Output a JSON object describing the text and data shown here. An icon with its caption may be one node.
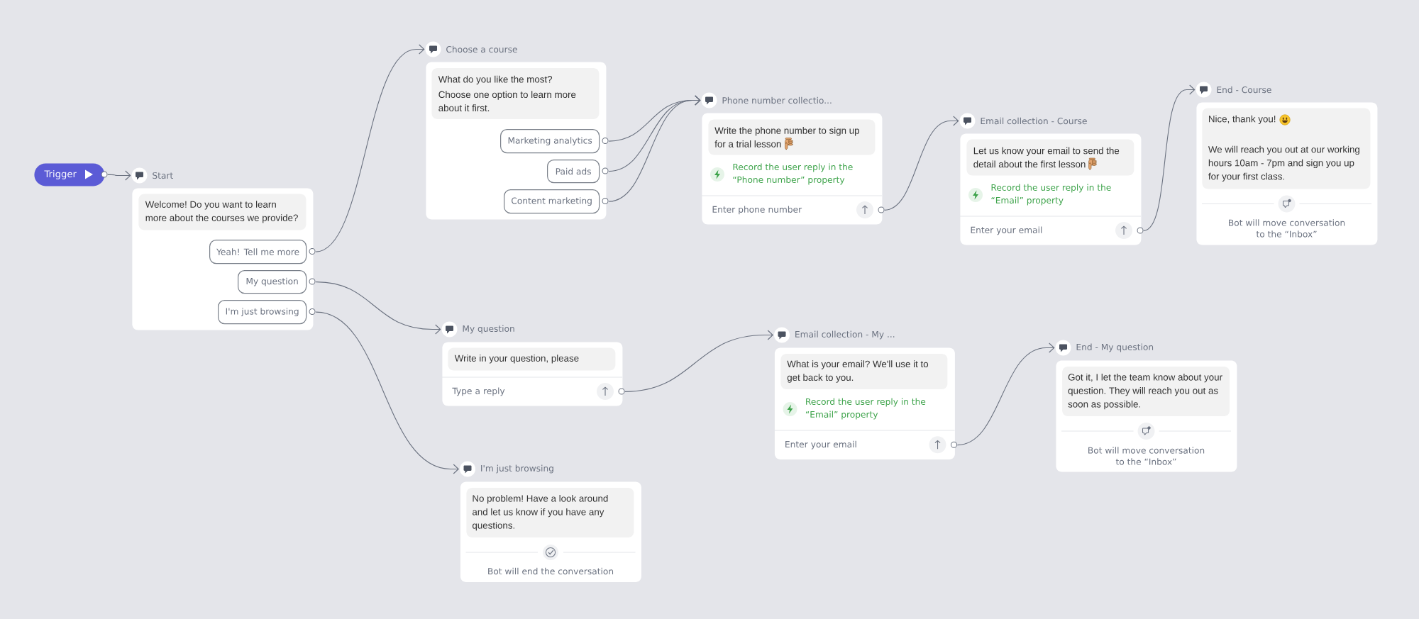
{
  "diagram": {
    "nodes": [
      {
        "text": [
          "Trigger"
        ]
      },
      {
        "text": [
          "Start"
        ]
      },
      {
        "text": [
          "Welcome! Do you want to learn more about the courses we provide?"
        ],
        "in": 1
      },
      {
        "text": [
          "Yeah! Tell me more"
        ],
        "in": 1
      },
      {
        "text": [
          "My question"
        ],
        "in": 1
      },
      {
        "text": [
          "I'm just browsing"
        ],
        "in": 1
      },
      {
        "text": [
          "Choose a course"
        ]
      },
      {
        "text": [
          "What do you like the most?",
          "Choose one option to learn more about it first."
        ],
        "in": 6
      },
      {
        "text": [
          "Marketing analytics"
        ],
        "in": 6
      },
      {
        "text": [
          "Paid ads"
        ],
        "in": 6
      },
      {
        "text": [
          "Content marketing"
        ],
        "in": 6
      },
      {
        "text": [
          "Phone number collectio...",
          "Record the user reply in the “Phone number” property"
        ]
      },
      {
        "text": [
          "Write the phone number to sign up for a trial lesson"
        ],
        "in": 11
      },
      {
        "text": [
          "Enter phone number"
        ],
        "in": 11
      },
      {
        "text": [
          "Email collection - Course",
          "Record the user reply in the “Email” property"
        ]
      },
      {
        "text": [
          "Let us know your email to send the detail about the first lesson"
        ],
        "in": 14
      },
      {
        "text": [
          "Enter your email"
        ],
        "in": 14
      },
      {
        "text": [
          "End - Course",
          "Bot will move conversation to the “Inbox”"
        ]
      },
      {
        "text": [
          "Nice, thank you!",
          "We will reach you out at our working hours 10am - 7pm and sign you up for your first class."
        ],
        "in": 17
      },
      {
        "text": [
          "My question"
        ]
      },
      {
        "text": [
          "Write in your question, please"
        ],
        "in": 19
      },
      {
        "text": [
          "Type a reply"
        ],
        "in": 19
      },
      {
        "text": [
          "Email collection - My ...",
          "Record the user reply in the “Email” property"
        ]
      },
      {
        "text": [
          "What is your email? We'll use it to get back to you."
        ],
        "in": 22
      },
      {
        "text": [
          "Enter your email"
        ],
        "in": 22
      },
      {
        "text": [
          "End - My question",
          "Bot will move conversation to the “Inbox”"
        ]
      },
      {
        "text": [
          "Got it, I let the team know about your question. They will reach you out as soon as possible."
        ],
        "in": 25
      },
      {
        "text": [
          "I'm just browsing",
          "Bot will end the conversation"
        ]
      },
      {
        "text": [
          "No problem! Have a look around and let us know if you have any questions."
        ],
        "in": 27
      }
    ],
    "edges": [
      {
        "from": 0,
        "to": 1,
        "arrow": "to"
      },
      {
        "from": 3,
        "to": 6,
        "arrow": "to"
      },
      {
        "from": 4,
        "to": 19,
        "arrow": "to"
      },
      {
        "from": 5,
        "to": 27,
        "arrow": "to"
      },
      {
        "from": 8,
        "to": 11,
        "arrow": "to"
      },
      {
        "from": 9,
        "to": 11,
        "arrow": "to"
      },
      {
        "from": 10,
        "to": 11,
        "arrow": "to"
      },
      {
        "from": 13,
        "to": 14,
        "arrow": "to"
      },
      {
        "from": 16,
        "to": 17,
        "arrow": "to"
      },
      {
        "from": 21,
        "to": 22,
        "arrow": "to"
      },
      {
        "from": 24,
        "to": 25,
        "arrow": "to"
      }
    ]
  }
}
